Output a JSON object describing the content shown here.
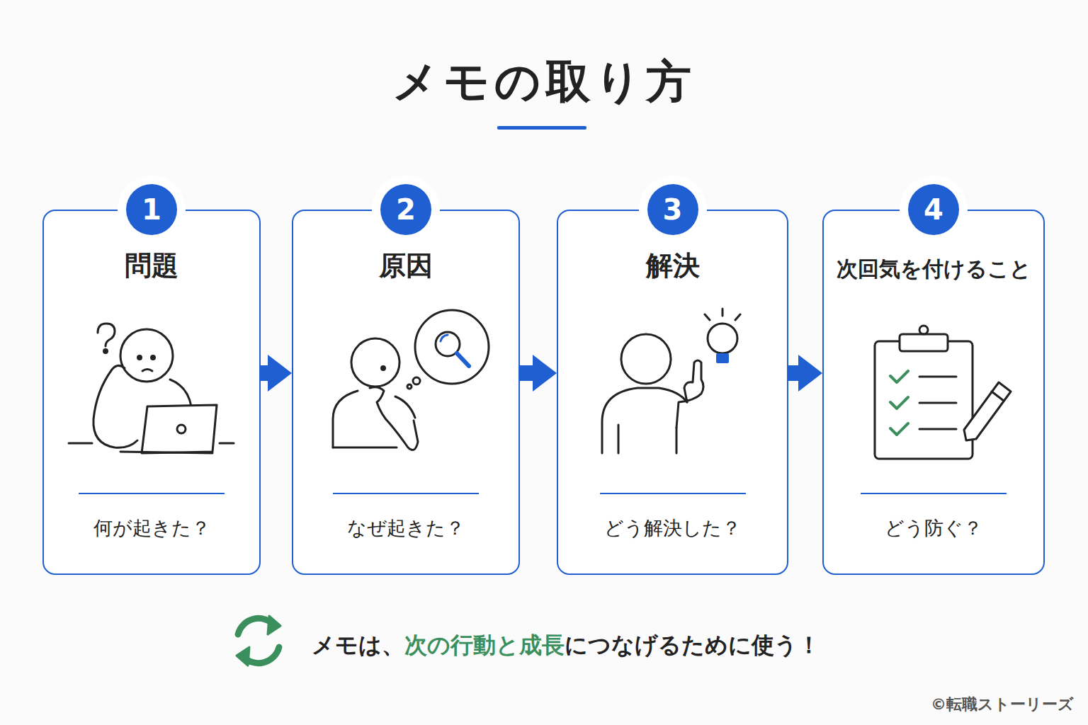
{
  "diagram": {
    "title": "メモの取り方",
    "nodes": [
      {
        "text": [
          "1",
          "問題",
          "何が起きた？"
        ]
      },
      {
        "text": [
          "2",
          "原因",
          "なぜ起きた？"
        ]
      },
      {
        "text": [
          "3",
          "解決",
          "どう解決した？"
        ]
      },
      {
        "text": [
          "4",
          "次回気を付けること",
          "どう防ぐ？"
        ]
      }
    ],
    "edges": [
      {
        "from": 0,
        "to": 1,
        "arrow": "to"
      },
      {
        "from": 1,
        "to": 2,
        "arrow": "to"
      },
      {
        "from": 2,
        "to": 3,
        "arrow": "to"
      }
    ],
    "labels": [
      "メモは、",
      "次の行動と成長",
      "につなげるために使う！",
      "©転職ストーリーズ"
    ]
  }
}
